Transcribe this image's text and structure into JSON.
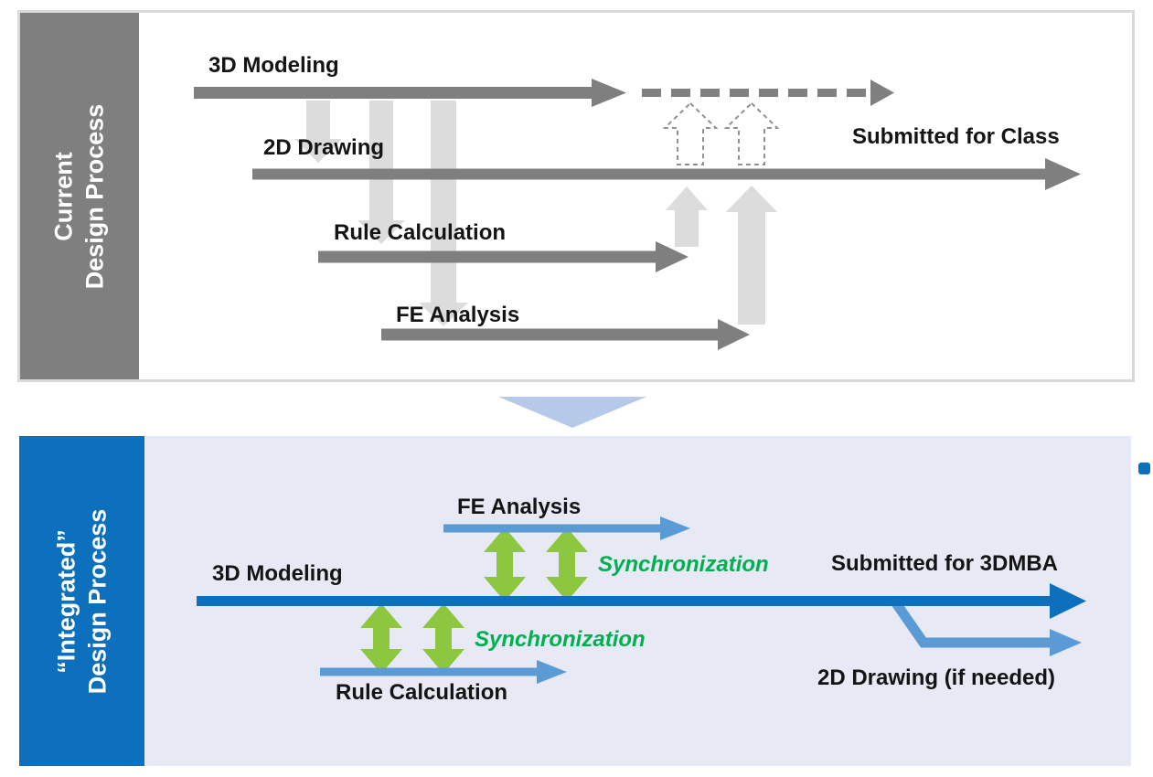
{
  "top_panel": {
    "sidebar": {
      "line1": "Current",
      "line2": "Design Process"
    },
    "labels": {
      "modeling": "3D Modeling",
      "drawing": "2D Drawing",
      "rule": "Rule Calculation",
      "fe": "FE Analysis",
      "submitted": "Submitted for Class"
    }
  },
  "bottom_panel": {
    "sidebar": {
      "line1": "“Integrated”",
      "line2": "Design Process"
    },
    "labels": {
      "fe": "FE Analysis",
      "modeling": "3D Modeling",
      "rule": "Rule Calculation",
      "sync_top": "Synchronization",
      "sync_bottom": "Synchronization",
      "submitted": "Submitted for 3DMBA",
      "drawing": "2D Drawing (if needed)"
    }
  },
  "colors": {
    "dark_gray": "#7f7f7f",
    "light_gray_arrow": "#dcdcdc",
    "panel_border": "#d9d9d9",
    "blue": "#0d70bd",
    "light_blue": "#5b9bd5",
    "lavender_bg": "#e7eaf5",
    "green_arrow": "#8dc63f",
    "green_text": "#00b050",
    "connector_blue": "#b6c9e8"
  }
}
